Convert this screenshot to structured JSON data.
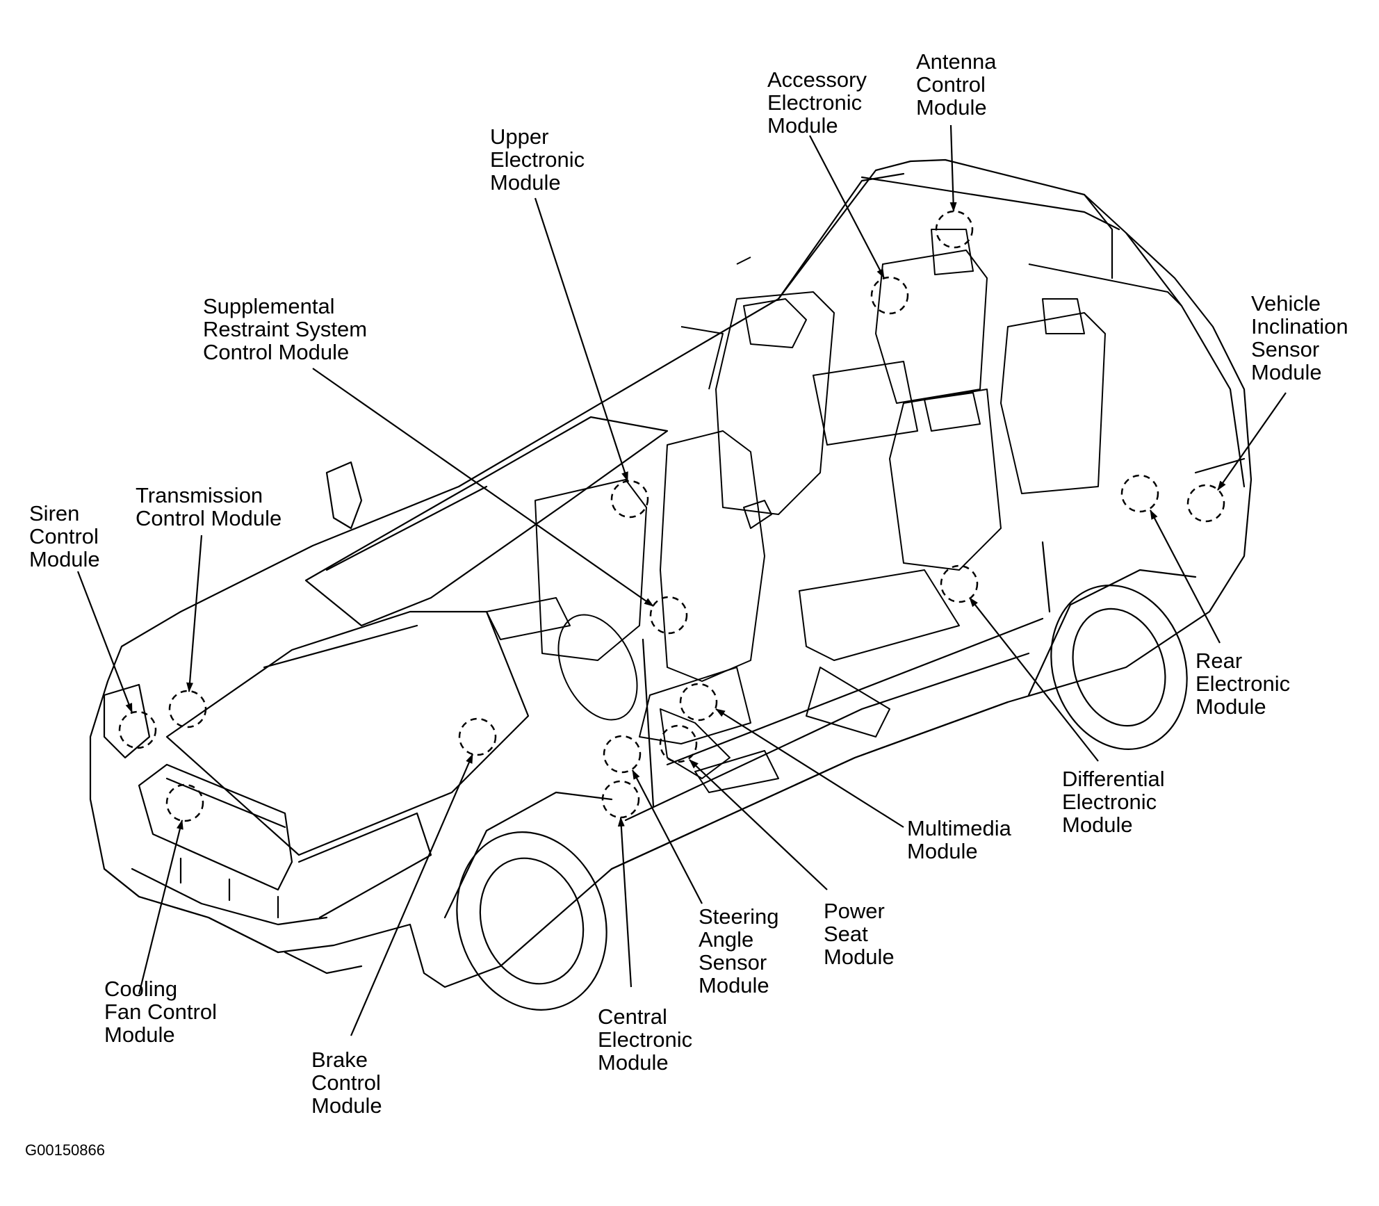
{
  "figure_code": "G00150866",
  "labels": {
    "siren": "Siren\nControl\nModule",
    "transmission": "Transmission\nControl Module",
    "srs": "Supplemental\nRestraint System\nControl Module",
    "upper": "Upper\nElectronic\nModule",
    "accessory": "Accessory\nElectronic\nModule",
    "antenna": "Antenna\nControl\nModule",
    "inclination": "Vehicle\nInclination\nSensor\nModule",
    "rear": "Rear\nElectronic\nModule",
    "differential": "Differential\nElectronic\nModule",
    "multimedia": "Multimedia\nModule",
    "power_seat": "Power\nSeat\nModule",
    "steering": "Steering\nAngle\nSensor\nModule",
    "central": "Central\nElectronic\nModule",
    "brake": "Brake\nControl\nModule",
    "cooling": "Cooling\nFan Control\nModule"
  }
}
